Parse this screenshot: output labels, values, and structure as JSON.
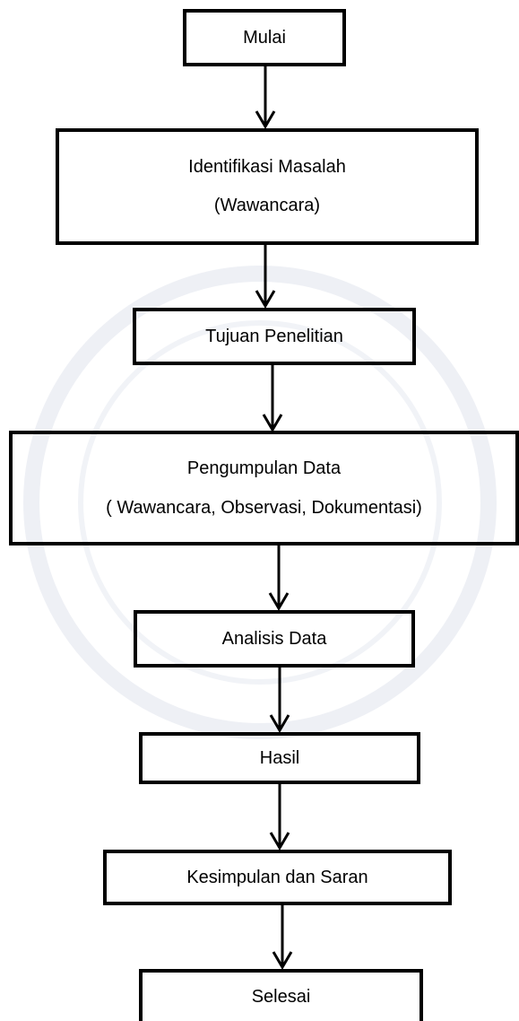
{
  "flowchart": {
    "steps": [
      {
        "lines": [
          "Mulai"
        ]
      },
      {
        "lines": [
          "Identifikasi Masalah",
          "(Wawancara)"
        ]
      },
      {
        "lines": [
          "Tujuan Penelitian"
        ]
      },
      {
        "lines": [
          "Pengumpulan Data",
          "( Wawancara, Observasi, Dokumentasi)"
        ]
      },
      {
        "lines": [
          "Analisis Data"
        ]
      },
      {
        "lines": [
          "Hasil"
        ]
      },
      {
        "lines": [
          "Kesimpulan dan Saran"
        ]
      },
      {
        "lines": [
          "Selesai"
        ]
      }
    ]
  }
}
